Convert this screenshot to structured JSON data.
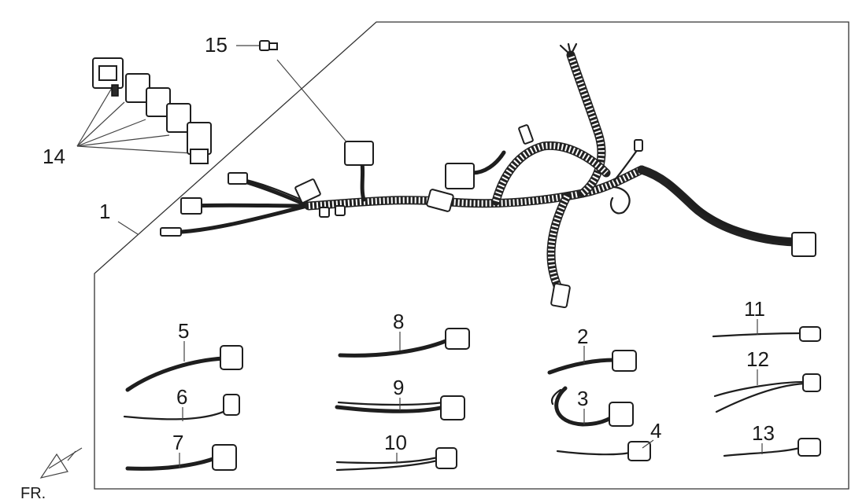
{
  "callouts": {
    "c1": "1",
    "c2": "2",
    "c3": "3",
    "c4": "4",
    "c5": "5",
    "c6": "6",
    "c7": "7",
    "c8": "8",
    "c9": "9",
    "c10": "10",
    "c11": "11",
    "c12": "12",
    "c13": "13",
    "c14": "14",
    "c15": "15"
  },
  "orientation": {
    "label": "FR."
  }
}
